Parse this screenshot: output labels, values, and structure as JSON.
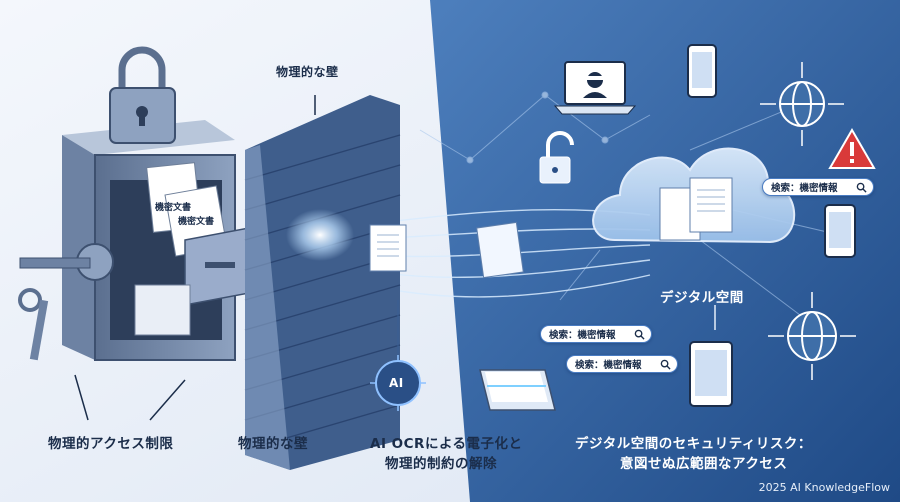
{
  "labels": {
    "wall_top": "物理的な壁",
    "access_limit": "物理的アクセス制限",
    "wall_bottom": "物理的な壁",
    "ai_ocr_line1": "AI OCRによる電子化と",
    "ai_ocr_line2": "物理的制約の解除",
    "digital_space": "デジタル空間",
    "risk_line1": "デジタル空間のセキュリティリスク：",
    "risk_line2": "意図せぬ広範囲なアクセス"
  },
  "documents": {
    "doc_a": "機密文書",
    "doc_b": "機密文書"
  },
  "searches": [
    {
      "text": "検索：機密情報"
    },
    {
      "text": "検索：機密情報"
    },
    {
      "text": "検索：機密情報"
    }
  ],
  "ai_chip": "AI",
  "credit": "2025 AI KnowledgeFlow",
  "colors": {
    "left_bg": "#eef3fa",
    "right_bg": "#2f5f9e",
    "brick": "#3f5e8c",
    "accent": "#3a7bd5",
    "alert": "#d93a3a"
  },
  "icons": [
    "padlock-icon",
    "key-icon",
    "brick-wall-icon",
    "document-icon",
    "laptop-hacker-icon",
    "smartphone-icon",
    "globe-icon",
    "warning-icon",
    "cloud-icon",
    "tablet-icon",
    "scanner-icon",
    "ai-chip-icon",
    "unlocked-padlock-icon",
    "search-icon"
  ]
}
